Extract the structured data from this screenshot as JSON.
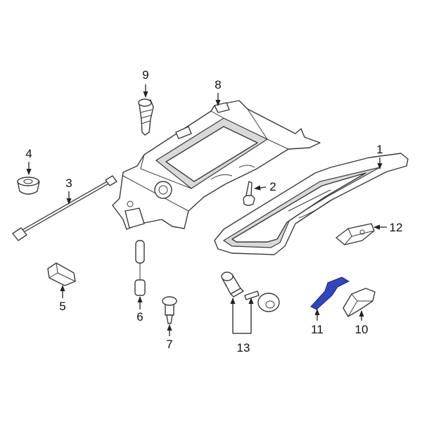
{
  "diagram": {
    "callouts": [
      "1",
      "2",
      "3",
      "4",
      "5",
      "6",
      "7",
      "8",
      "9",
      "10",
      "11",
      "12",
      "13"
    ]
  },
  "colors": {
    "line": "#3a3a3a",
    "highlight": "#2f45c2",
    "background": "#ffffff"
  }
}
